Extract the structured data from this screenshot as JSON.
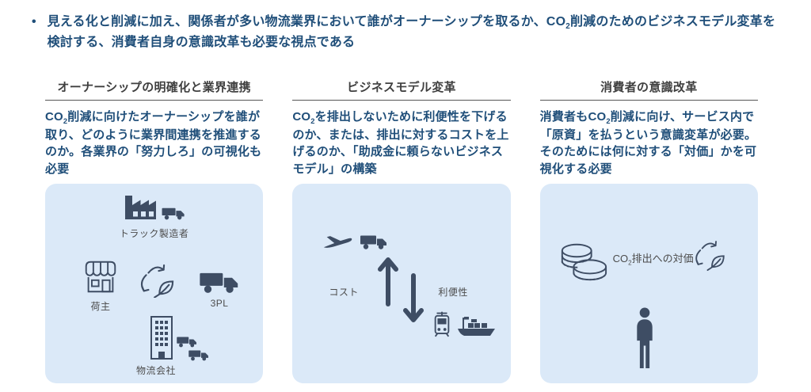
{
  "bullet": {
    "marker": "•",
    "pre": "見える化と削減に加え、関係者が多い物流業界において誰がオーナーシップを取るか、CO",
    "sub": "2",
    "post": "削減のためのビジネスモデル変革を検討する、消費者自身の意識改革も必要な視点である"
  },
  "columns": [
    {
      "header": "オーナーシップの明確化と業界連携",
      "body": {
        "pre": "CO",
        "sub": "2",
        "post": "削減に向けたオーナーシップを誰が取り、どのように業界間連携を推進するのか。各業界の「努力しろ」の可視化も必要"
      },
      "labels": {
        "truck_maker": "トラック製造者",
        "shipper": "荷主",
        "tpl": "3PL",
        "logistics_company": "物流会社"
      }
    },
    {
      "header": "ビジネスモデル変革",
      "body": {
        "pre": "CO",
        "sub": "2",
        "post": "を排出しないために利便性を下げるのか、または、排出に対するコストを上げるのか、「助成金に頼らないビジネスモデル」の構築"
      },
      "labels": {
        "cost": "コスト",
        "convenience": "利便性"
      }
    },
    {
      "header": "消費者の意識改革",
      "body": {
        "pre": "消費者もCO",
        "sub": "2",
        "post": "削減に向け、サービス内で「原資」を払うという意識変革が必要。そのためには何に対する「対価」かを可視化する必要"
      },
      "caption": {
        "pre": "CO",
        "sub": "2",
        "post": "排出への対価"
      }
    }
  ],
  "colors": {
    "text_blue": "#1f4e79",
    "header_gray": "#3f3f3f",
    "label_gray": "#4c4c4c",
    "icon_navy": "#3e4d64",
    "panel_blue": "#dbe9f8"
  }
}
